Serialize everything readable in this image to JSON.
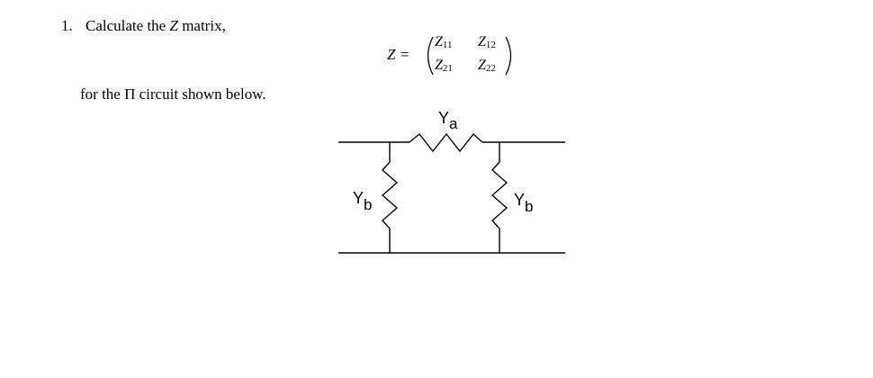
{
  "problem": {
    "number": "1.",
    "prompt_prefix": "Calculate the ",
    "prompt_var": "Z",
    "prompt_suffix": " matrix,"
  },
  "equation": {
    "lhs": "Z =",
    "z11": {
      "base": "Z",
      "sub": "11"
    },
    "z12": {
      "base": "Z",
      "sub": "12"
    },
    "z21": {
      "base": "Z",
      "sub": "21"
    },
    "z22": {
      "base": "Z",
      "sub": "22"
    }
  },
  "context": "for the Π circuit shown below.",
  "circuit": {
    "series_label": {
      "base": "Y",
      "sub": "a"
    },
    "shunt_left_label": {
      "base": "Y",
      "sub": "b"
    },
    "shunt_right_label": {
      "base": "Y",
      "sub": "b"
    }
  }
}
